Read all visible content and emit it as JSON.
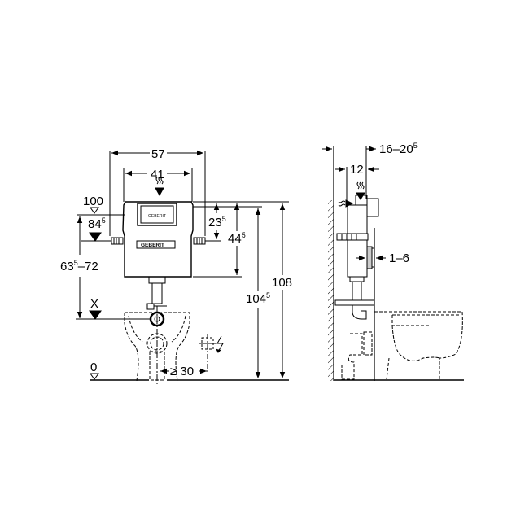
{
  "diagram": {
    "type": "technical-drawing",
    "subject": "Concealed cistern installation dimensions (front and side view)",
    "colors": {
      "line": "#000000",
      "background": "#ffffff"
    },
    "front_view": {
      "dimensions": {
        "width_outer": "57",
        "width_inner": "41",
        "height_top_level": "100",
        "height_84": {
          "main": "84",
          "sup": "5"
        },
        "height_23": {
          "main": "23",
          "sup": "5"
        },
        "height_44": {
          "main": "44",
          "sup": "5"
        },
        "height_104": {
          "main": "104",
          "sup": "5"
        },
        "height_108": "108",
        "range_63_72": {
          "main": "63",
          "sup": "5",
          "rest": "–72"
        },
        "marker_x": "X",
        "floor_level": "0",
        "spacing_30": "≥ 30"
      },
      "brand_label": "GEBERIT"
    },
    "side_view": {
      "dimensions": {
        "depth_range": {
          "main": "16–20",
          "sup": "5"
        },
        "depth_12": "12",
        "plate_gap": "1–6"
      }
    }
  }
}
